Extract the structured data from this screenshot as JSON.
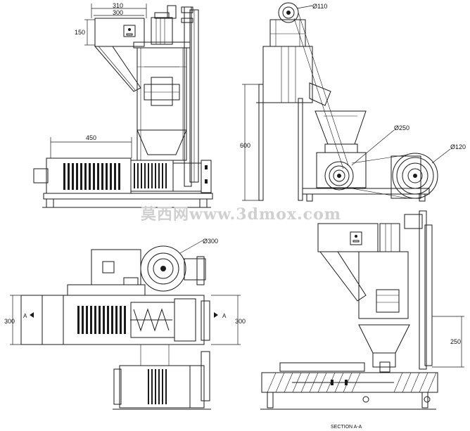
{
  "dimensions": {
    "top_left_width_outer": "310",
    "top_left_width_inner": "300",
    "top_left_height": "150",
    "top_left_feed": "450",
    "top_right_pulley": "Ø110",
    "top_right_height": "600",
    "top_right_wheel": "Ø250",
    "top_right_motor": "Ø120",
    "bottom_left_hopper": "Ø300",
    "bottom_left_left": "300",
    "bottom_left_right": "300",
    "bottom_right_height": "250"
  },
  "section_marks": {
    "left": "A",
    "right": "A"
  },
  "section_label": "SECTION A-A",
  "watermark": "莫西网www.3dmox.com"
}
